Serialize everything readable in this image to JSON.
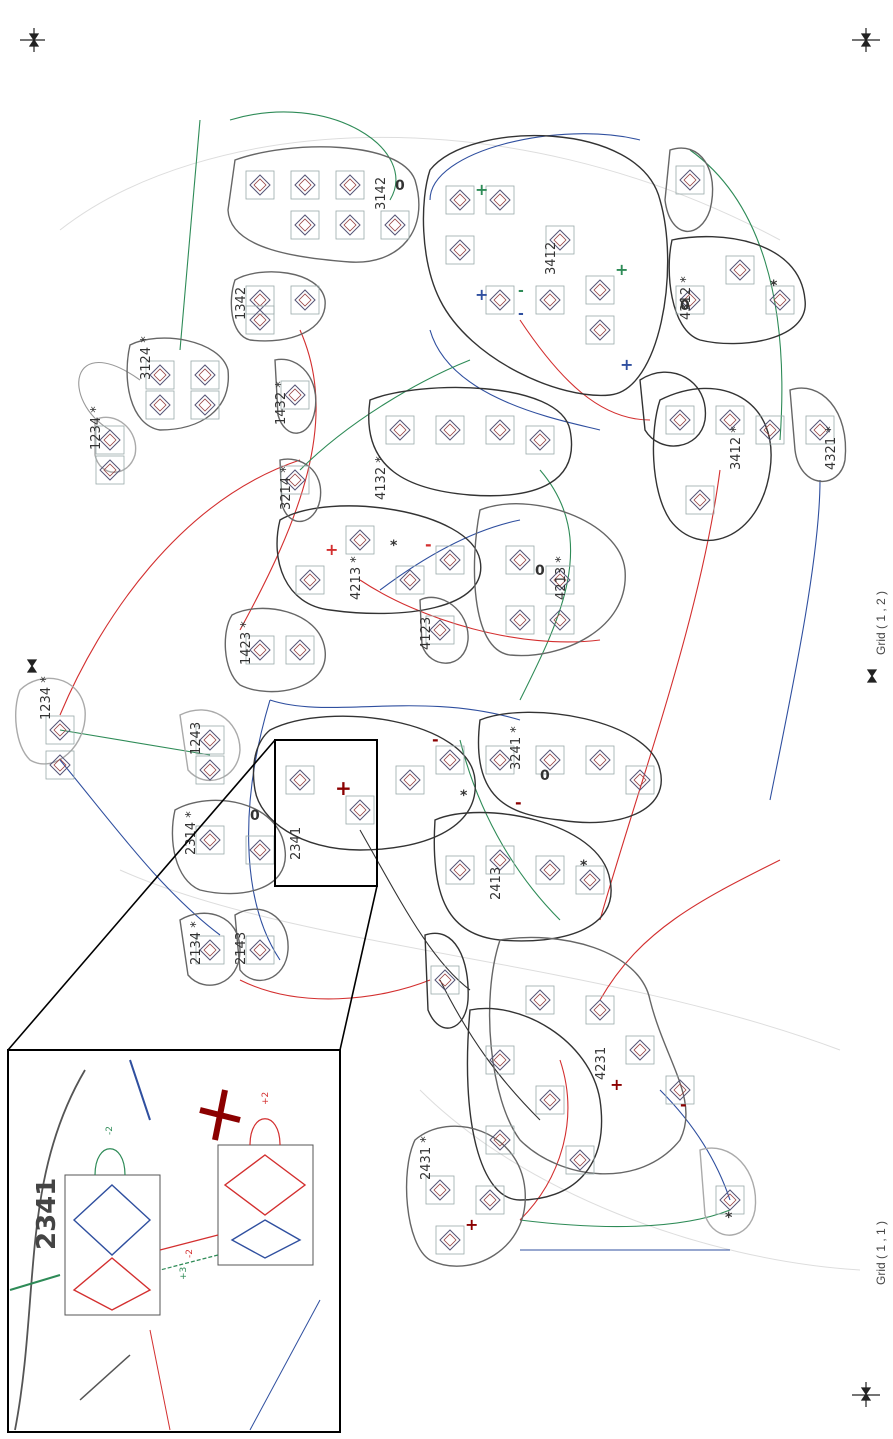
{
  "grid_labels": [
    "Grid ( 1 , 1 )",
    "Grid ( 1 , 2 )"
  ],
  "node_labels": [
    "1234 *",
    "1234 *",
    "3124 *",
    "1342",
    "3142",
    "1423 *",
    "1243",
    "1432 *",
    "2314 *",
    "3214 *",
    "4132 *",
    "4213 *",
    "3412",
    "4312 *",
    "3412 *",
    "4321 *",
    "4213 *",
    "4123",
    "2134 *",
    "2143",
    "2341",
    "2413",
    "3241 *",
    "4231",
    "2431 *"
  ],
  "marks": [
    "+",
    "-",
    "*",
    "0"
  ],
  "colors": {
    "red": "#d32f2f",
    "green": "#2e8b57",
    "blue": "#2f4f9f",
    "dark": "#333333",
    "highlight": "#8b0000"
  },
  "inset": {
    "label": "2341",
    "arrow_labels": [
      "-2",
      "+3",
      "-2",
      "+2"
    ]
  }
}
